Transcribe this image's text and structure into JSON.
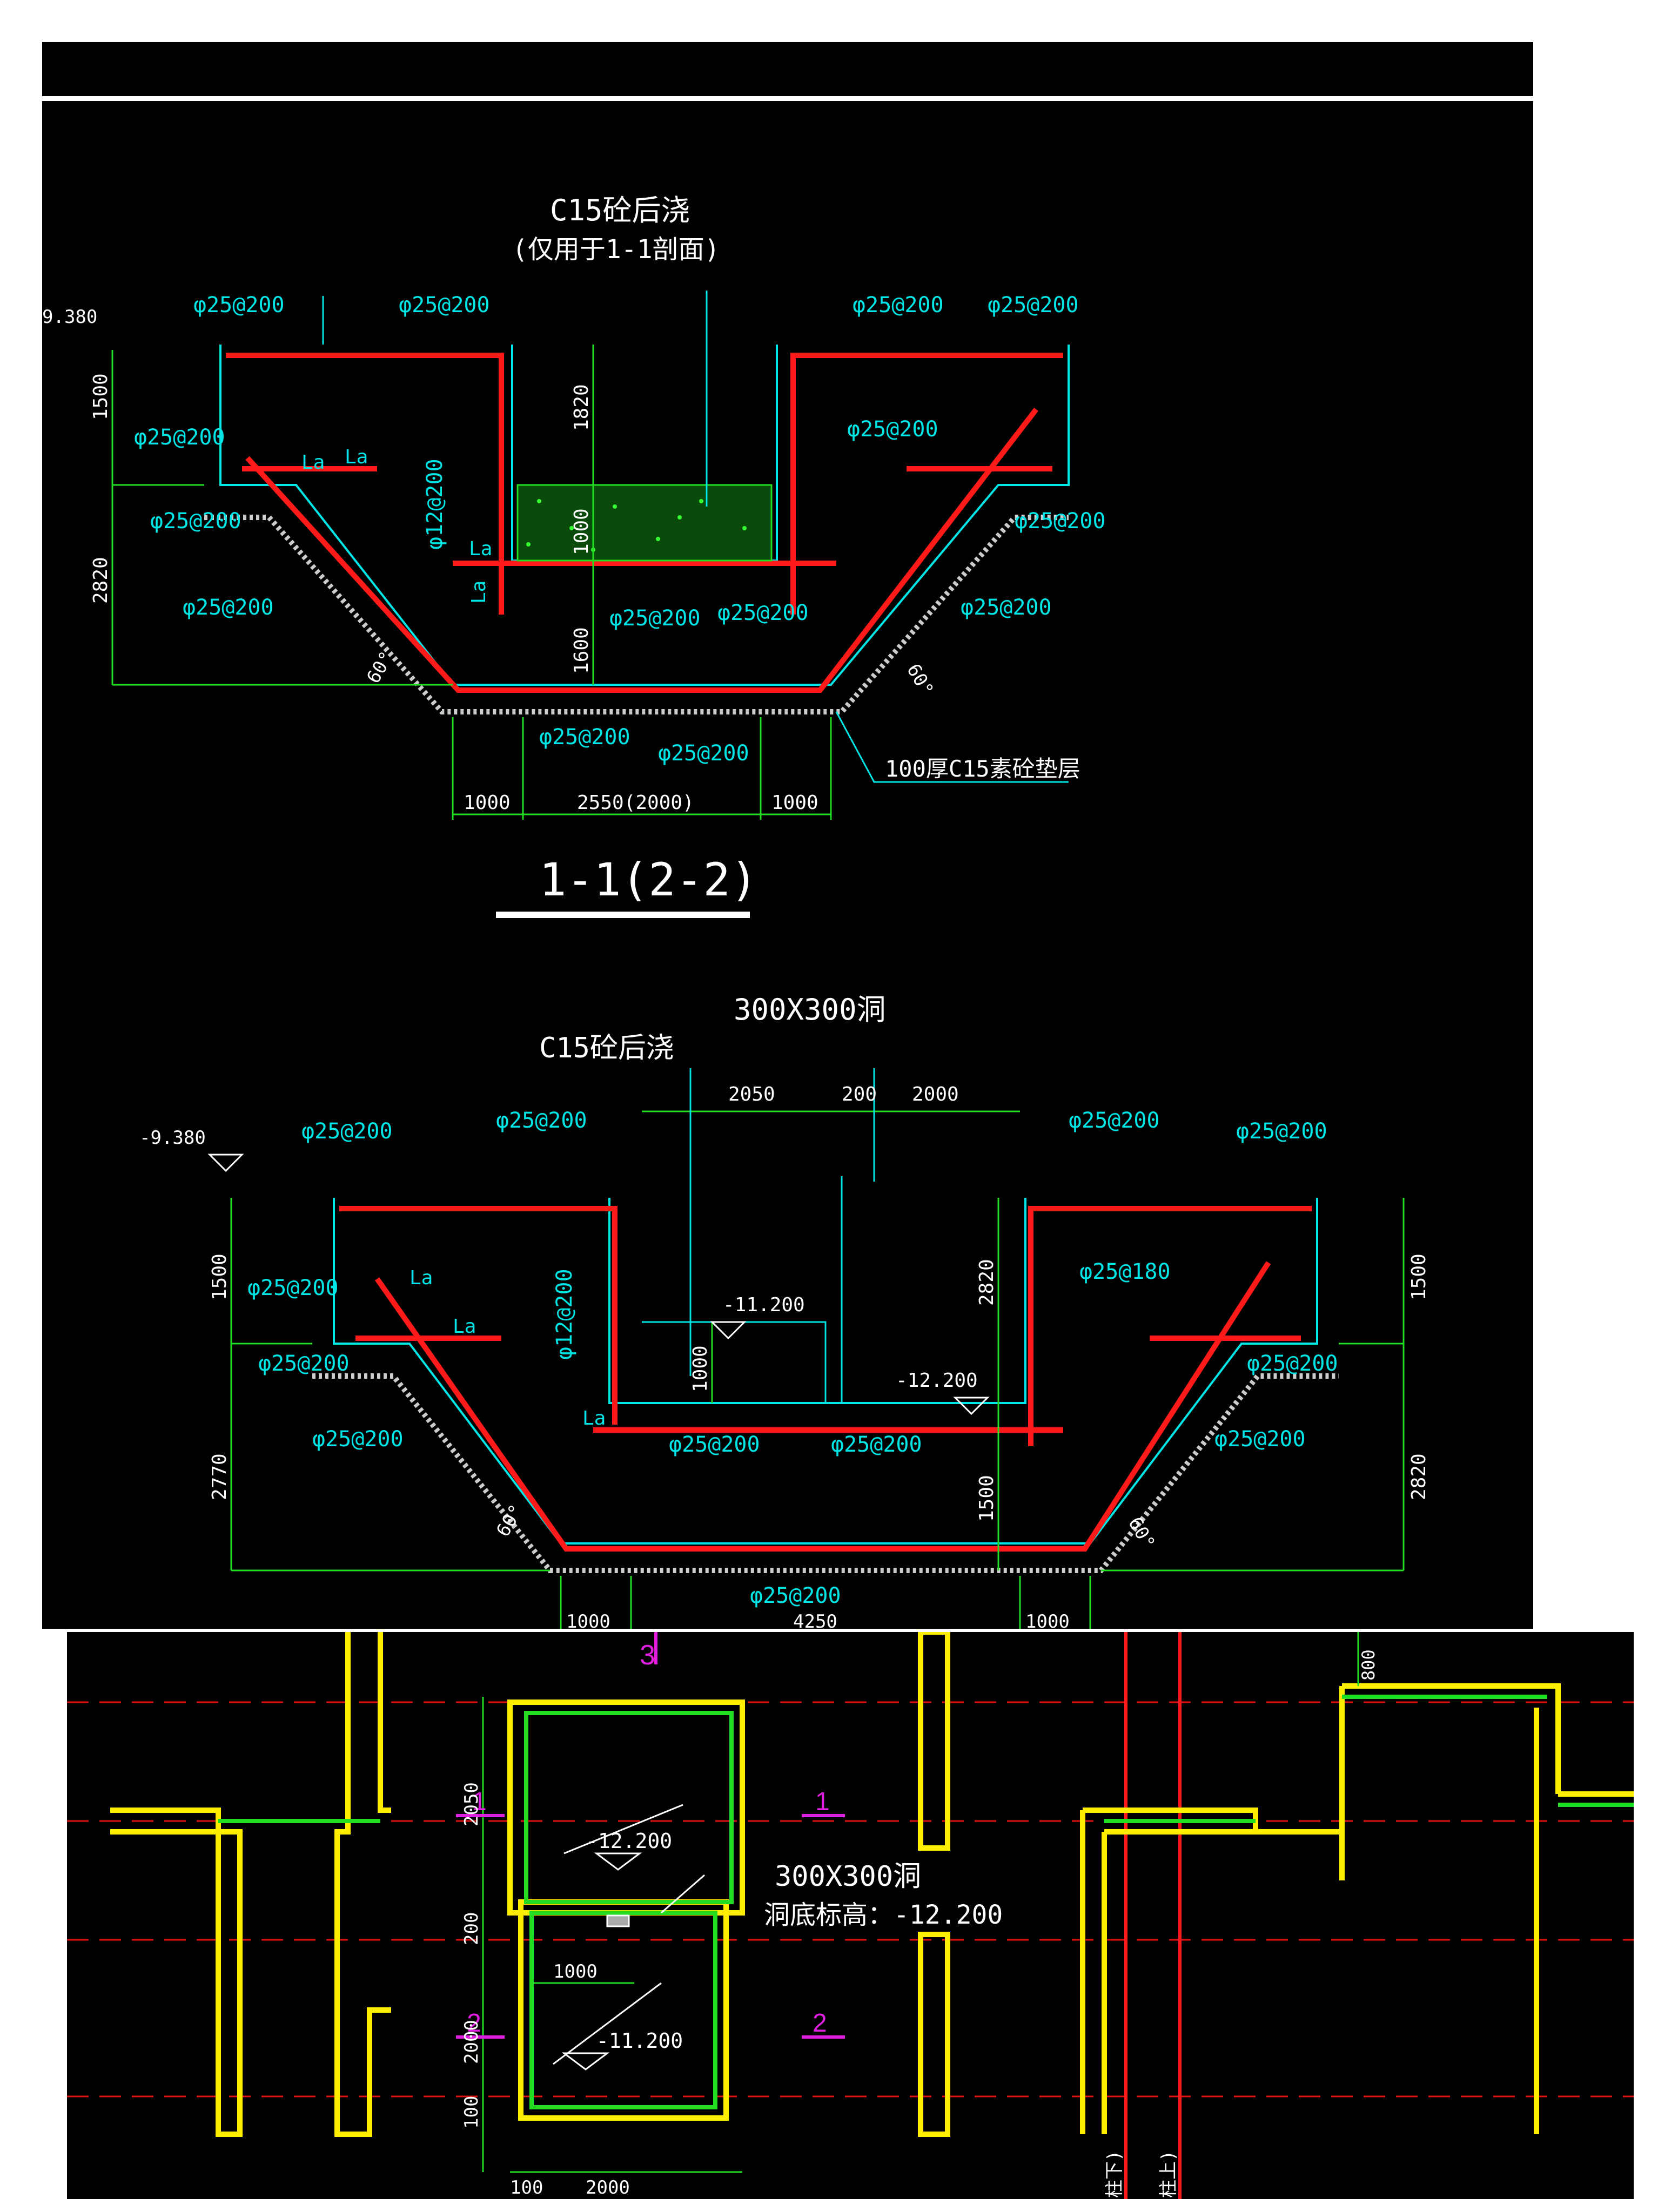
{
  "colors": {
    "background": "#000000",
    "rebar": "#ff1a1a",
    "outline": "#00e5e5",
    "dimension": "#22dd22",
    "wall": "#ffee00",
    "grid": "#e01010",
    "section_mark": "#e020e0",
    "text": "#ffffff"
  },
  "section1": {
    "callout_top": "C15砼后浇",
    "callout_sub": "(仅用于1-1剖面)",
    "elevation": "9.380",
    "rebar_labels": [
      "φ25@200",
      "φ25@200",
      "φ25@200",
      "φ25@200",
      "φ25@200",
      "φ25@200",
      "φ25@200",
      "φ25@200",
      "φ25@200",
      "φ25@200",
      "φ25@200",
      "φ25@200",
      "φ25@200"
    ],
    "stirrup_label": "φ12@200",
    "la_labels": [
      "La",
      "La",
      "La",
      "La"
    ],
    "vertical_dims": [
      "1500",
      "2820",
      "1820",
      "1000",
      "1600"
    ],
    "angles": [
      "60°",
      "60°"
    ],
    "cushion_note": "100厚C15素砼垫层",
    "bottom_dims": [
      "1000",
      "2550(2000)",
      "1000"
    ],
    "title": "1-1(2-2)"
  },
  "section2": {
    "hole_note": "300X300洞",
    "callout": "C15砼后浇",
    "elevation": "-9.380",
    "top_dims": [
      "2050",
      "200",
      "2000"
    ],
    "rebar_labels": [
      "φ25@200",
      "φ25@200",
      "φ25@200",
      "φ25@200",
      "φ25@200",
      "φ25@200",
      "φ25@200",
      "φ25@200",
      "φ25@200",
      "φ25@200",
      "φ25@200"
    ],
    "rebar_180": "φ25@180",
    "stirrup_label": "φ12@200",
    "la_labels": [
      "La",
      "La",
      "La"
    ],
    "levels": [
      "-11.200",
      "-12.200"
    ],
    "vertical_dims": [
      "1500",
      "2770",
      "1000",
      "2820",
      "1500",
      "1500",
      "2820"
    ],
    "angles": [
      "60°",
      "60°"
    ],
    "bottom_dims": [
      "1000",
      "4250",
      "1000"
    ]
  },
  "plan": {
    "section_marks": [
      "3",
      "1",
      "1",
      "2",
      "2"
    ],
    "left_dims": [
      "2050",
      "200",
      "2000",
      "100"
    ],
    "bottom_dims": [
      "100",
      "2000"
    ],
    "inner_dim": "1000",
    "levels": [
      "-12.200",
      "-11.200"
    ],
    "hole_note": "300X300洞",
    "hole_bottom": "洞底标高：-12.200",
    "right_dim": "800",
    "axis_labels": [
      "柱下)",
      "柱上)"
    ]
  }
}
